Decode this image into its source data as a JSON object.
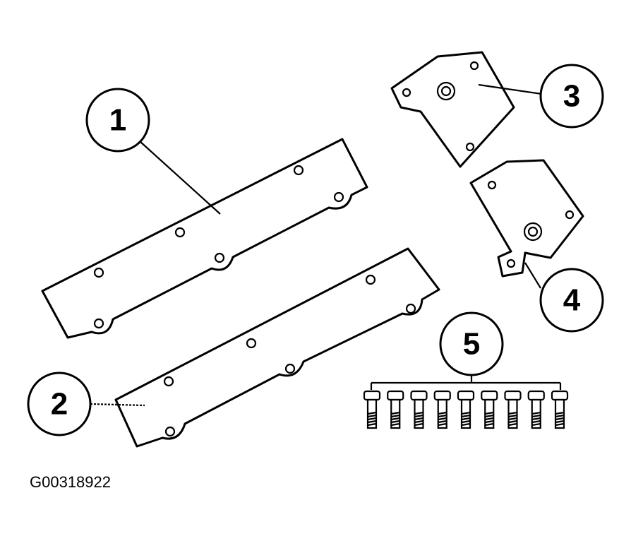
{
  "callouts": {
    "c1": "1",
    "c2": "2",
    "c3": "3",
    "c4": "4",
    "c5": "5"
  },
  "figure_id": "G00318922",
  "fastener_count": 9
}
